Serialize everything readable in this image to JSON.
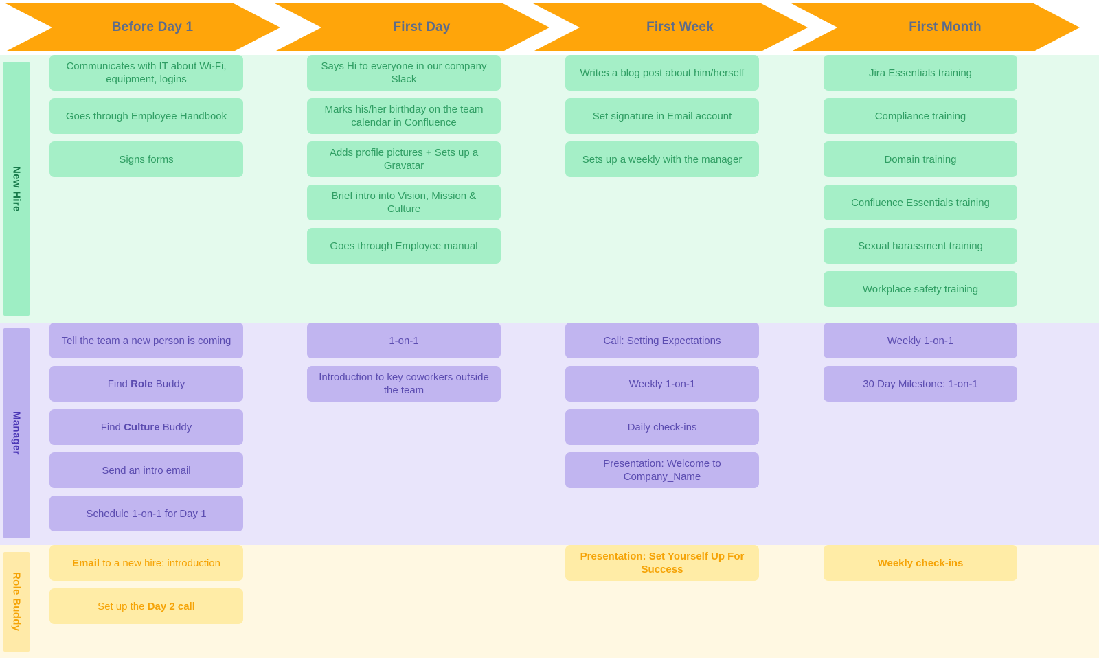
{
  "phases": [
    {
      "label": "Before Day 1"
    },
    {
      "label": "First Day"
    },
    {
      "label": "First Week"
    },
    {
      "label": "First Month"
    }
  ],
  "colors": {
    "header_arrow": "#FFA50A",
    "header_text": "#5d6c8a",
    "newhire_row_bg": "#e4faed",
    "newhire_card_bg": "#a5efc7",
    "newhire_card_text": "#2f9e63",
    "newhire_label_bg": "#9eeec4",
    "manager_row_bg": "#e9e5fb",
    "manager_card_bg": "#c1b5f0",
    "manager_card_text": "#5b4cb0",
    "manager_label_bg": "#bdb2ef",
    "buddy_row_bg": "#fff8e2",
    "buddy_card_bg": "#ffeca6",
    "buddy_card_text": "#f5a306",
    "buddy_label_bg": "#ffeaa8"
  },
  "lanes": [
    {
      "name": "New Hire",
      "columns": [
        [
          {
            "text": "Communicates with IT about Wi-Fi, equipment, logins"
          },
          {
            "text": "Goes through Employee Handbook"
          },
          {
            "text": "Signs forms"
          }
        ],
        [
          {
            "text": "Says Hi to everyone in our company Slack"
          },
          {
            "text": "Marks his/her birthday on the team calendar in Confluence"
          },
          {
            "text": "Adds profile pictures + Sets up a Gravatar"
          },
          {
            "text": "Brief intro into Vision, Mission & Culture"
          },
          {
            "text": "Goes through Employee manual"
          }
        ],
        [
          {
            "text": "Writes a blog post about him/herself"
          },
          {
            "text": "Set signature in Email account"
          },
          {
            "text": "Sets up a weekly with the manager"
          }
        ],
        [
          {
            "text": "Jira Essentials training"
          },
          {
            "text": "Compliance training"
          },
          {
            "text": "Domain training"
          },
          {
            "text": "Confluence Essentials training"
          },
          {
            "text": "Sexual harassment training"
          },
          {
            "text": "Workplace safety training"
          }
        ]
      ]
    },
    {
      "name": "Manager",
      "columns": [
        [
          {
            "text": "Tell the team a new person is coming"
          },
          {
            "text": "Find Role Buddy",
            "parts": [
              {
                "t": "Find ",
                "b": false
              },
              {
                "t": "Role",
                "b": true
              },
              {
                "t": " Buddy",
                "b": false
              }
            ]
          },
          {
            "text": "Find Culture Buddy",
            "parts": [
              {
                "t": "Find ",
                "b": false
              },
              {
                "t": "Culture",
                "b": true
              },
              {
                "t": " Buddy",
                "b": false
              }
            ]
          },
          {
            "text": "Send an intro email"
          },
          {
            "text": "Schedule 1-on-1 for Day 1"
          }
        ],
        [
          {
            "text": "1-on-1"
          },
          {
            "text": "Introduction to key coworkers outside the team"
          }
        ],
        [
          {
            "text": "Call: Setting Expectations"
          },
          {
            "text": "Weekly 1-on-1"
          },
          {
            "text": "Daily check-ins"
          },
          {
            "text": "Presentation: Welcome to Company_Name"
          }
        ],
        [
          {
            "text": "Weekly 1-on-1"
          },
          {
            "text": "30 Day Milestone: 1-on-1"
          }
        ]
      ]
    },
    {
      "name": "Role Buddy",
      "columns": [
        [
          {
            "text": "Email to a new hire: introduction",
            "parts": [
              {
                "t": "Email",
                "b": true
              },
              {
                "t": " to a new hire: introduction",
                "b": false
              }
            ]
          },
          {
            "text": "Set up the Day 2 call",
            "parts": [
              {
                "t": "Set up the ",
                "b": false
              },
              {
                "t": "Day 2 call",
                "b": true
              }
            ]
          }
        ],
        [],
        [
          {
            "text": "Presentation: Set Yourself Up For Success"
          }
        ],
        [
          {
            "text": "Weekly check-ins"
          }
        ]
      ]
    }
  ]
}
